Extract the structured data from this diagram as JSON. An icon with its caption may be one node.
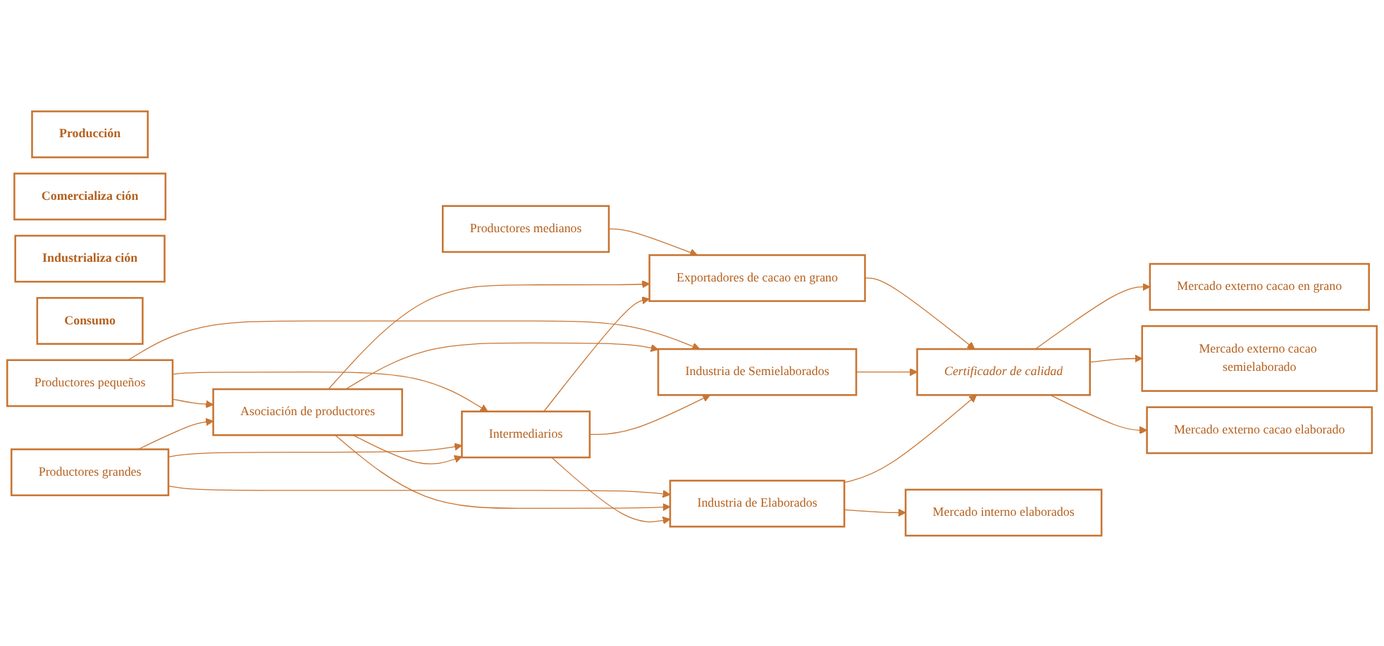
{
  "diagram": {
    "nodes": [
      {
        "text": [
          "Producción"
        ]
      },
      {
        "text": [
          "Comercializa ción"
        ]
      },
      {
        "text": [
          "Industrializa ción"
        ]
      },
      {
        "text": [
          "Consumo"
        ]
      },
      {
        "text": [
          "Productores pequeños"
        ]
      },
      {
        "text": [
          "Productores medianos"
        ]
      },
      {
        "text": [
          "Productores grandes"
        ]
      },
      {
        "text": [
          "Asociación de productores"
        ]
      },
      {
        "text": [
          "Exportadores de cacao en grano"
        ]
      },
      {
        "text": [
          "Intermediarios"
        ]
      },
      {
        "text": [
          "Industria de Semielaborados"
        ]
      },
      {
        "text": [
          "Industria de Elaborados"
        ]
      },
      {
        "text": [
          "Certificador de calidad"
        ]
      },
      {
        "text": [
          "Mercado interno elaborados"
        ]
      },
      {
        "text": [
          "Mercado externo cacao en grano"
        ]
      },
      {
        "text": [
          "Mercado externo cacao semielaborado"
        ]
      },
      {
        "text": [
          "Mercado externo cacao elaborado"
        ]
      }
    ],
    "edges": [
      {
        "from": 4,
        "to": 7,
        "arrow": "to"
      },
      {
        "from": 6,
        "to": 7,
        "arrow": "to"
      },
      {
        "from": 4,
        "to": 9,
        "arrow": "to"
      },
      {
        "from": 6,
        "to": 9,
        "arrow": "to"
      },
      {
        "from": 4,
        "to": 10,
        "arrow": "to"
      },
      {
        "from": 6,
        "to": 11,
        "arrow": "to"
      },
      {
        "from": 5,
        "to": 8,
        "arrow": "to"
      },
      {
        "from": 7,
        "to": 10,
        "arrow": "to"
      },
      {
        "from": 7,
        "to": 8,
        "arrow": "to"
      },
      {
        "from": 7,
        "to": 9,
        "arrow": "to"
      },
      {
        "from": 7,
        "to": 11,
        "arrow": "to"
      },
      {
        "from": 9,
        "to": 8,
        "arrow": "to"
      },
      {
        "from": 9,
        "to": 10,
        "arrow": "to"
      },
      {
        "from": 9,
        "to": 11,
        "arrow": "to"
      },
      {
        "from": 8,
        "to": 12,
        "arrow": "to"
      },
      {
        "from": 10,
        "to": 12,
        "arrow": "to"
      },
      {
        "from": 11,
        "to": 12,
        "arrow": "to"
      },
      {
        "from": 11,
        "to": 13,
        "arrow": "to"
      },
      {
        "from": 12,
        "to": 14,
        "arrow": "to"
      },
      {
        "from": 12,
        "to": 15,
        "arrow": "to"
      },
      {
        "from": 12,
        "to": 16,
        "arrow": "to"
      }
    ]
  }
}
